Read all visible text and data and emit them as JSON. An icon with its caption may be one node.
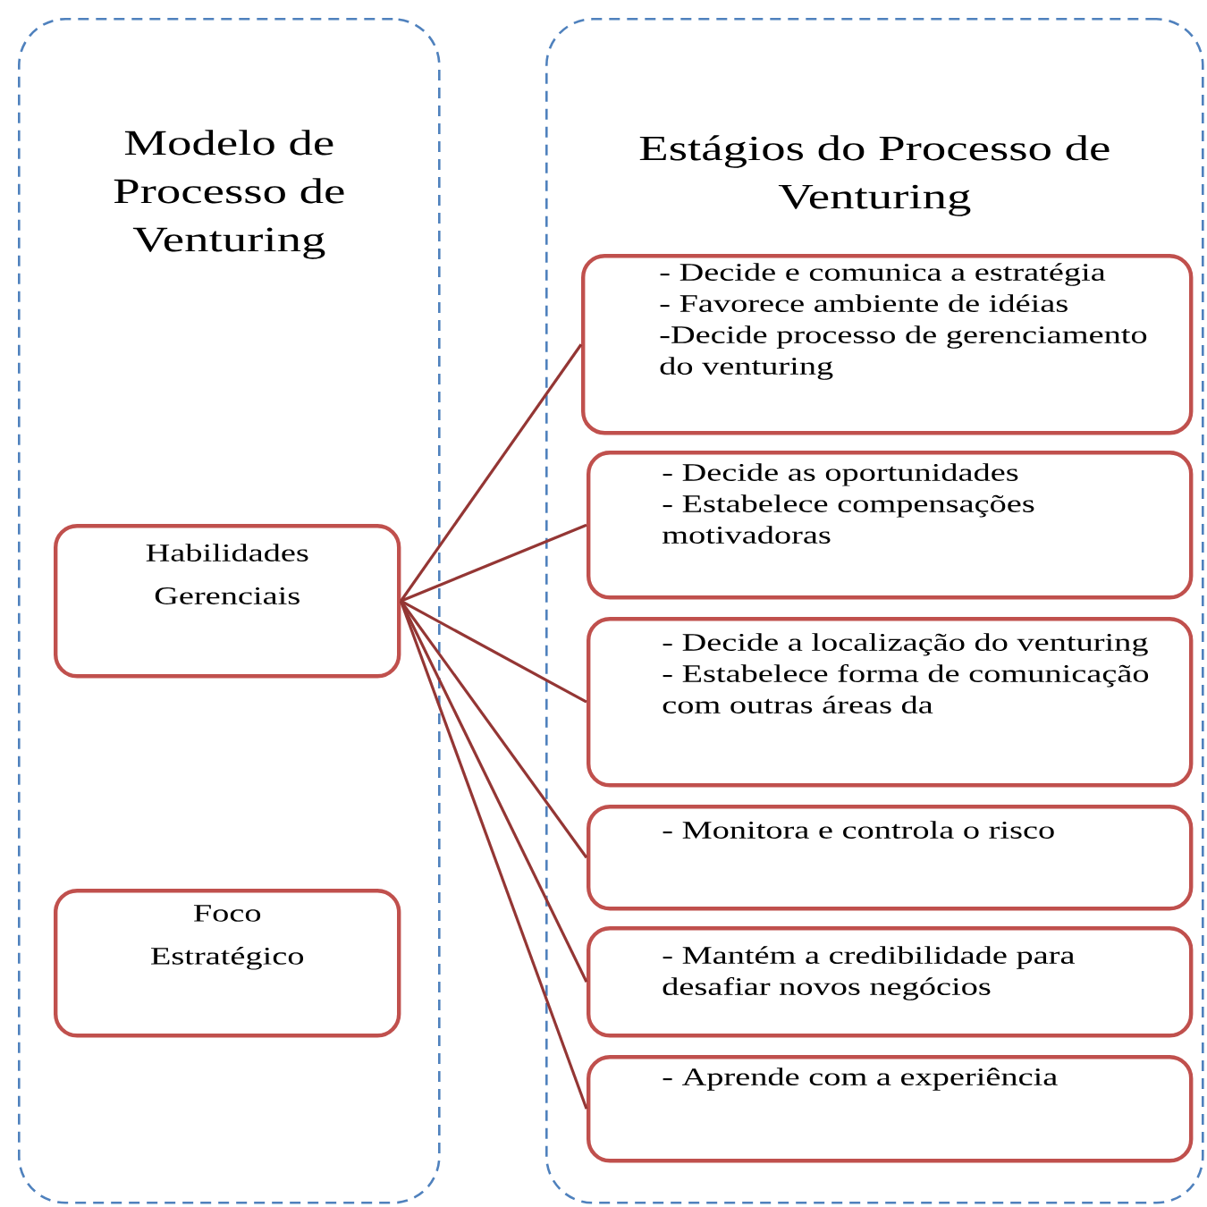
{
  "diagram": {
    "nodes": [
      {
        "text": [
          "Modelo de Processo de Venturing"
        ]
      },
      {
        "text": [
          "Habilidades Gerenciais"
        ],
        "in": 0
      },
      {
        "text": [
          "Foco Estratégico"
        ],
        "in": 0
      },
      {
        "text": [
          "Estágios do Processo de Venturing"
        ]
      },
      {
        "text": [
          "- Decide e comunica a estratégia",
          "- Favorece ambiente de idéias",
          "-Decide processo de gerenciamento do venturing"
        ],
        "in": 3
      },
      {
        "text": [
          "- Decide as oportunidades",
          "- Estabelece compensações motivadoras"
        ],
        "in": 3
      },
      {
        "text": [
          "- Decide a localização do venturing",
          "- Estabelece forma de comunicação com outras áreas da"
        ],
        "in": 3
      },
      {
        "text": [
          "- Monitora e controla o risco"
        ],
        "in": 3
      },
      {
        "text": [
          "- Mantém a credibilidade para desafiar novos negócios"
        ],
        "in": 3
      },
      {
        "text": [
          "- Aprende com a experiência"
        ],
        "in": 3
      }
    ],
    "edges": [
      {
        "from": 1,
        "to": 4,
        "arrow": "none"
      },
      {
        "from": 1,
        "to": 5,
        "arrow": "none"
      },
      {
        "from": 1,
        "to": 6,
        "arrow": "none"
      },
      {
        "from": 1,
        "to": 7,
        "arrow": "none"
      },
      {
        "from": 1,
        "to": 8,
        "arrow": "none"
      },
      {
        "from": 1,
        "to": 9,
        "arrow": "none"
      }
    ]
  }
}
